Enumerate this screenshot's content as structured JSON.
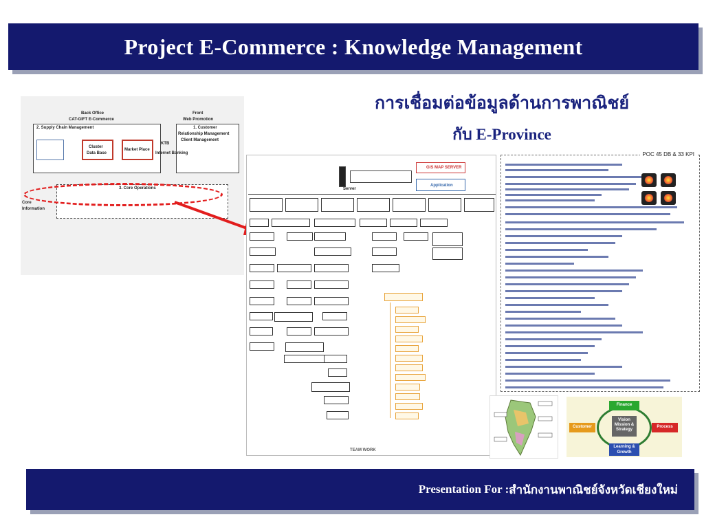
{
  "title": "Project E-Commerce : Knowledge Management",
  "heading": {
    "thai": "การเชื่อมต่อข้อมูลด้านการพาณิชย์",
    "province": "กับ E-Province"
  },
  "footer": {
    "label": "Presentation For : ",
    "org": "สำนักงานพาณิชย์จังหวัดเชียงใหม่"
  },
  "left_diagram": {
    "back_office": "Back Office",
    "cat_gift": "CAT-GIFT E-Commerce",
    "supply_chain": "2. Supply Chain Management",
    "front": "Front",
    "web_promotion": "Web Promotion",
    "customer": "1. Customer",
    "crm": "Relationship Management",
    "client": "Client Management",
    "cluster": "Cluster",
    "database": "Data Base",
    "market": "Market Place",
    "ktb": "KTB",
    "internet_banking": "Internet Banking",
    "core_operations": "3. Core Operations",
    "core": "Core",
    "information": "Information"
  },
  "center_diagram": {
    "server": "Server",
    "gis": "GIS MAP SERVER",
    "application": "Application",
    "team_work": "TEAM WORK"
  },
  "kpi_panel": {
    "label": "POC 45 DB & 33 KPI"
  },
  "bsc": {
    "finance": "Finance",
    "customer": "Customer",
    "process": "Process",
    "learning": "Learning & Growth",
    "vision": "Vision Mission & Strategy"
  },
  "colors": {
    "bar": "#14196e",
    "heading": "#1a237e",
    "highlight": "#e21d1d"
  }
}
